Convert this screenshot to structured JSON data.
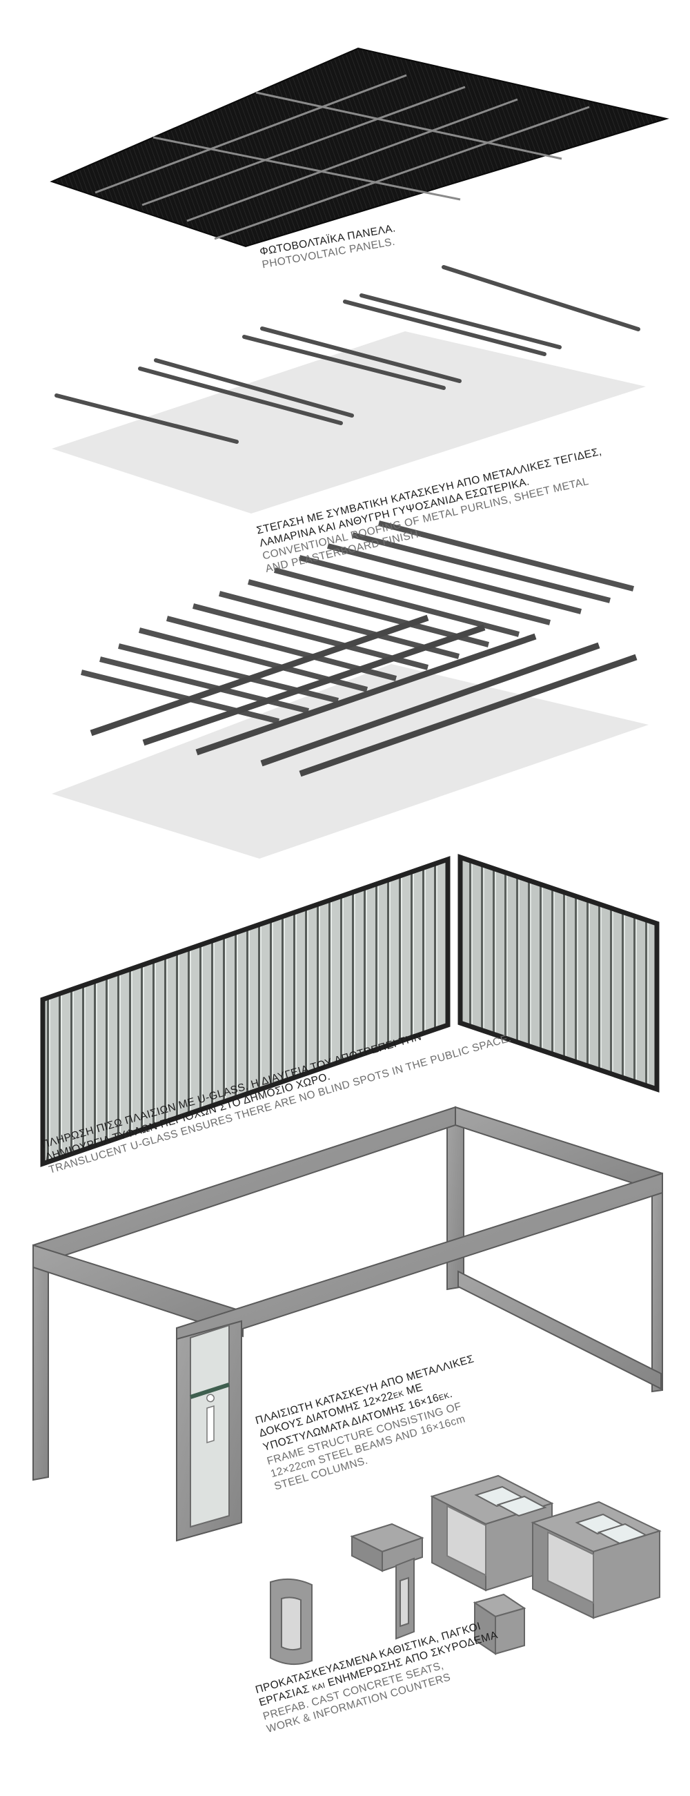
{
  "colors": {
    "panel": "#141414",
    "panel_grid": "#8a8a8a",
    "slab": "#e6e6e6",
    "steel": "#555555",
    "glass": "#c6ccc9",
    "frame": "#7b7b7b",
    "concrete": "#969696"
  },
  "layers": {
    "pv": {
      "gr": "ΦΩΤΟΒΟΛΤΑΪΚΑ ΠΑΝΕΛΑ.",
      "en": "PHOTOVOLTAIC PANELS."
    },
    "roof": {
      "gr_1": "ΣΤΕΓΑΣΗ ΜΕ ΣΥΜΒΑΤΙΚΗ ΚΑΤΑΣΚΕΥΗ ΑΠΟ ΜΕΤΑΛΛΙΚΕΣ ΤΕΓΙΔΕΣ,",
      "gr_2": "ΛΑΜΑΡΙΝΑ ΚΑΙ ΑΝΘΥΓΡΗ ΓΥΨΟΣΑΝΙΔΑ ΕΣΩΤΕΡΙΚΑ.",
      "en_1": "CONVENTIONAL ROOFING OF METAL PURLINS, SHEET METAL",
      "en_2": "AND PLASTERBOARD FINISH."
    },
    "uglass": {
      "gr_1": "ΠΛΗΡΩΣΗ ΠΙΣΩ ΠΛΑΙΣΙΩΝ ΜΕ U-GLASS. Η ΔΙΑΥΓΕΙΑ ΤΟΥ ΑΠΟΤΡΕΠΕΙ ΤΗΝ",
      "gr_2": "ΔΗΜΙΟΥΡΓΙΑ ΤΥΦΛΩΝ ΠΕΡΙΟΧΩΝ ΣΤΟ ΔΗΜΟΣΙΟ ΧΩΡΟ.",
      "en_1": "TRANSLUCENT U-GLASS ENSURES THERE ARE NO BLIND SPOTS IN THE PUBLIC SPACE."
    },
    "frame": {
      "gr_1": "ΠΛΑΙΣΙΩΤΗ ΚΑΤΑΣΚΕΥΗ ΑΠΟ ΜΕΤΑΛΛΙΚΕΣ",
      "gr_2a": "ΔΟΚΟΥΣ ΔΙΑΤΟΜΗΣ 12×22",
      "gr_2b": "ΕΚ",
      "gr_2c": " ΜΕ",
      "gr_3a": "ΥΠΟΣΤΥΛΩΜΑΤΑ ΔΙΑΤΟΜΗΣ 16×16",
      "gr_3b": "ΕΚ",
      "gr_3c": ".",
      "en_1": "FRAME STRUCTURE CONSISTING OF",
      "en_2": "12×22cm STEEL BEAMS AND 16×16cm",
      "en_3": "STEEL COLUMNS."
    },
    "seats": {
      "gr_1": "ΠΡΟΚΑΤΑΣΚΕΥΑΣΜΕΝΑ ΚΑΘΙΣΤΙΚΑ, ΠΑΓΚΟΙ",
      "gr_2a": "ΕΡΓΑΣΙΑΣ ",
      "gr_2b": "ΚΑΙ",
      "gr_2c": " ΕΝΗΜΕΡΩΣΗΣ ΑΠΟ ΣΚΥΡΟΔΕΜΑ",
      "en_1": "PREFAB. CAST CONCRETE SEATS,",
      "en_2": "WORK & INFORMATION COUNTERS"
    }
  }
}
